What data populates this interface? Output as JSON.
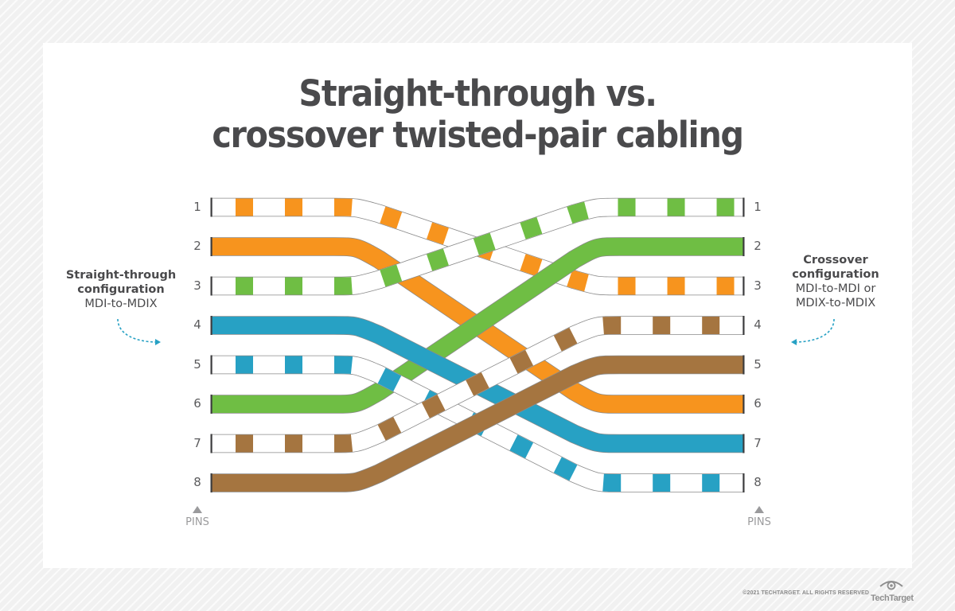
{
  "title": {
    "line1": "Straight-through vs.",
    "line2": "crossover twisted-pair cabling"
  },
  "left_panel": {
    "heading_line1": "Straight-through",
    "heading_line2": "configuration",
    "subtitle": "MDI-to-MDIX",
    "arrow_icon": "dashed-curved-arrow-right"
  },
  "right_panel": {
    "heading_line1": "Crossover",
    "heading_line2": "configuration",
    "subtitle_line1": "MDI-to-MDI or",
    "subtitle_line2": "MDIX-to-MDIX",
    "arrow_icon": "dashed-curved-arrow-left"
  },
  "pins": {
    "left": [
      "1",
      "2",
      "3",
      "4",
      "5",
      "6",
      "7",
      "8"
    ],
    "right": [
      "1",
      "2",
      "3",
      "4",
      "5",
      "6",
      "7",
      "8"
    ],
    "caption_left": "PINS",
    "caption_right": "PINS"
  },
  "colors": {
    "orange": "#f7941e",
    "green": "#6fbe44",
    "blue": "#27a1c4",
    "brown": "#a57540",
    "outline": "#8a8a8a",
    "title": "#4a4a4c",
    "arrow": "#27a1c4"
  },
  "wires": [
    {
      "name": "orange-white",
      "color": "orange",
      "striped": true,
      "from_pin": 1,
      "to_pin": 3
    },
    {
      "name": "orange",
      "color": "orange",
      "striped": false,
      "from_pin": 2,
      "to_pin": 6
    },
    {
      "name": "green-white",
      "color": "green",
      "striped": true,
      "from_pin": 3,
      "to_pin": 1
    },
    {
      "name": "blue",
      "color": "blue",
      "striped": false,
      "from_pin": 4,
      "to_pin": 7
    },
    {
      "name": "blue-white",
      "color": "blue",
      "striped": true,
      "from_pin": 5,
      "to_pin": 8
    },
    {
      "name": "green",
      "color": "green",
      "striped": false,
      "from_pin": 6,
      "to_pin": 2
    },
    {
      "name": "brown-white",
      "color": "brown",
      "striped": true,
      "from_pin": 7,
      "to_pin": 4
    },
    {
      "name": "brown",
      "color": "brown",
      "striped": false,
      "from_pin": 8,
      "to_pin": 5
    }
  ],
  "footer": {
    "copyright": "©2021 TECHTARGET. ALL RIGHTS RESERVED",
    "logo_text": "TechTarget",
    "logo_icon": "eye-icon"
  }
}
